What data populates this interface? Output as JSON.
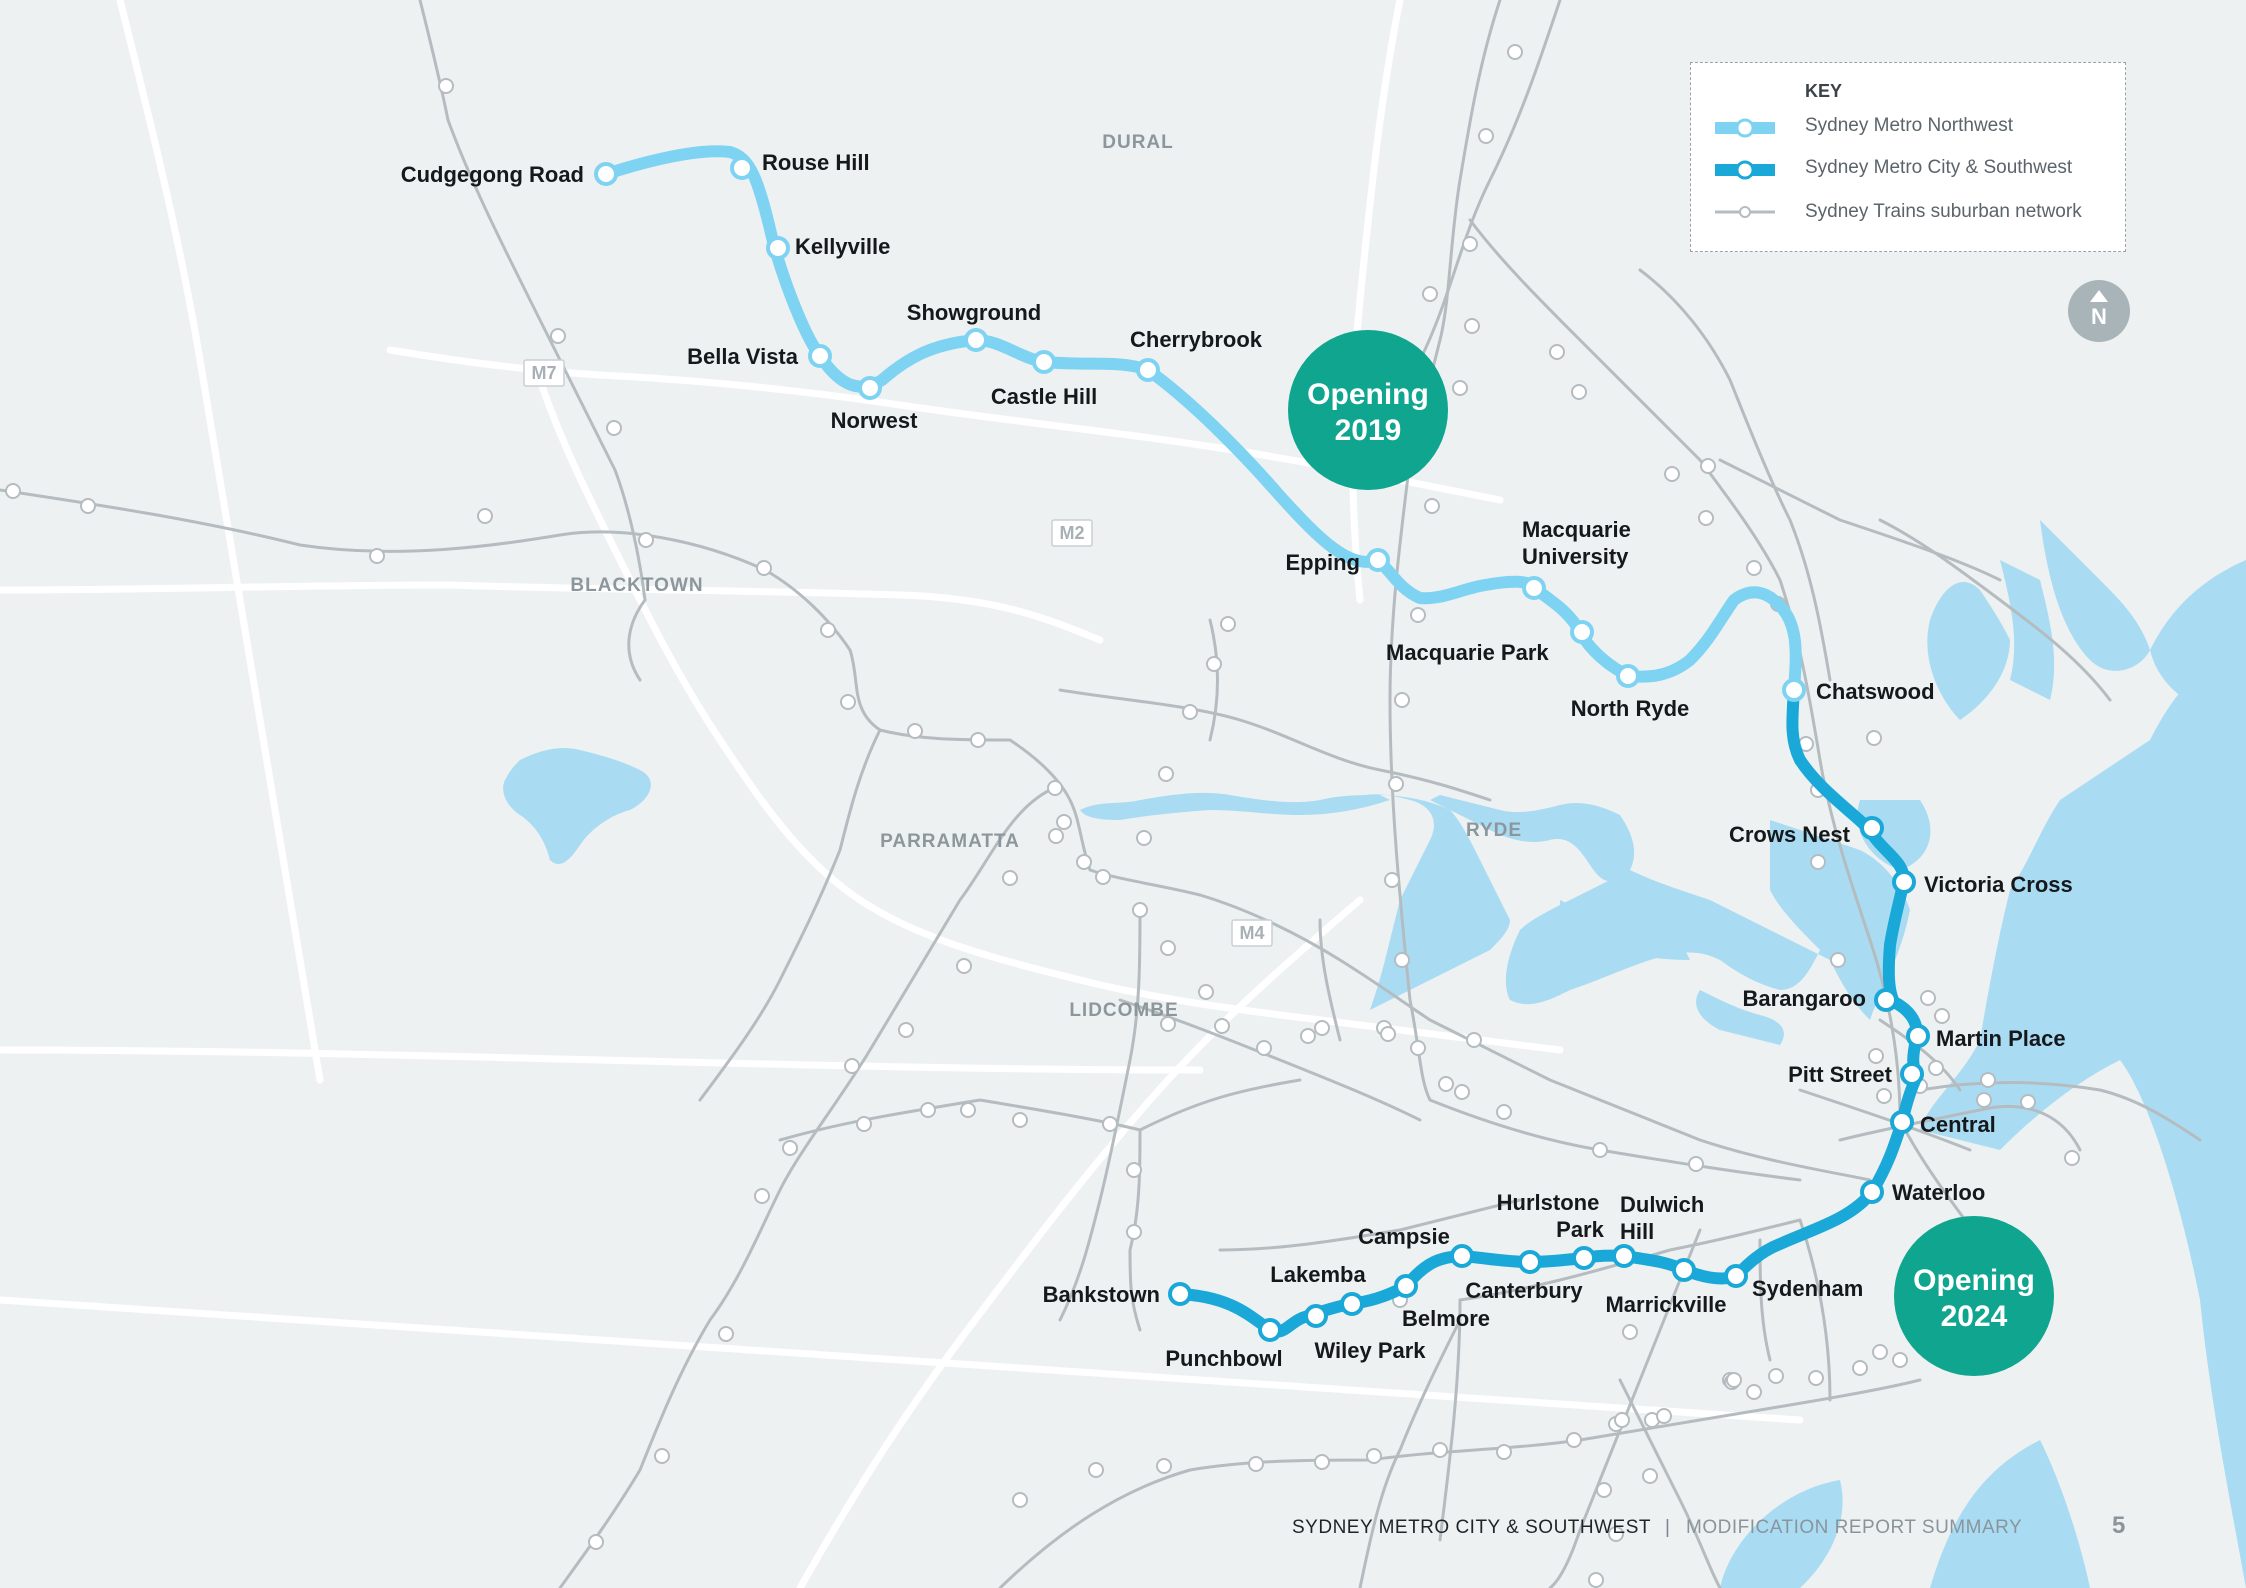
{
  "key": {
    "title": "KEY",
    "items": [
      {
        "label": "Sydney Metro Northwest",
        "color": "#7fd3f2"
      },
      {
        "label": "Sydney Metro City & Southwest",
        "color": "#1aa8d8"
      },
      {
        "label": "Sydney Trains suburban network",
        "color": "#b5bcc0"
      }
    ]
  },
  "badges": {
    "northwest": {
      "line1": "Opening",
      "line2": "2019",
      "color": "#0fa58f"
    },
    "southwest": {
      "line1": "Opening",
      "line2": "2024",
      "color": "#0fa58f"
    }
  },
  "regions": [
    "DURAL",
    "BLACKTOWN",
    "PARRAMATTA",
    "RYDE",
    "LIDCOMBE"
  ],
  "roads": [
    "M7",
    "M2",
    "M4"
  ],
  "stations_northwest": [
    "Cudgegong Road",
    "Rouse Hill",
    "Kellyville",
    "Bella Vista",
    "Norwest",
    "Showground",
    "Castle Hill",
    "Cherrybrook",
    "Epping",
    "Macquarie University",
    "Macquarie Park",
    "North Ryde",
    "Chatswood"
  ],
  "stations_southwest": [
    "Crows Nest",
    "Victoria Cross",
    "Barangaroo",
    "Martin Place",
    "Pitt Street",
    "Central",
    "Waterloo",
    "Sydenham",
    "Marrickville",
    "Dulwich Hill",
    "Hurlstone Park",
    "Canterbury",
    "Campsie",
    "Belmore",
    "Lakemba",
    "Wiley Park",
    "Punchbowl",
    "Bankstown"
  ],
  "north_label": "N",
  "footer": {
    "title": "SYDNEY METRO CITY & SOUTHWEST",
    "separator": "|",
    "subtitle": "MODIFICATION REPORT SUMMARY",
    "page": "5"
  },
  "colors": {
    "background": "#eef1f2",
    "water": "#a9dcf3",
    "roads": "#ffffff",
    "rail": "#b5bcc0",
    "northwest_line": "#7fd3f2",
    "southwest_line": "#1aa8d8"
  }
}
